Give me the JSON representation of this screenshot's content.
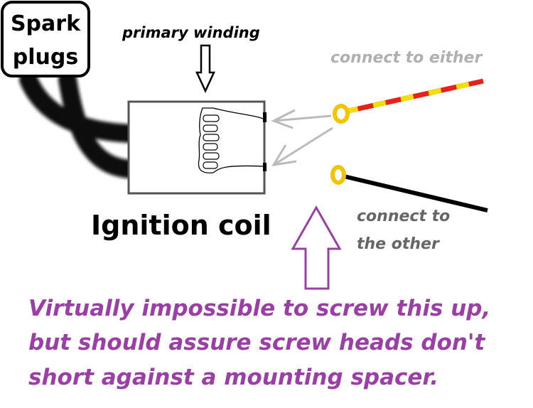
{
  "labels": {
    "spark_plugs_line1": "Spark",
    "spark_plugs_line2": "plugs",
    "primary_winding": "primary winding",
    "connect_either": "connect to either",
    "ignition_coil": "Ignition coil",
    "connect_other_line1": "connect to",
    "connect_other_line2": "the other",
    "note_line1": "Virtually impossible to screw this up,",
    "note_line2": "but should assure screw heads don't",
    "note_line3": "short against a mounting spacer."
  },
  "colors": {
    "note": "#9b3fa6",
    "gray_label": "#b0b0b0",
    "dark_gray_label": "#666666",
    "terminal": "#f5c400",
    "red_wire": "#e8201c",
    "yellow_stripe": "#f0e000"
  }
}
